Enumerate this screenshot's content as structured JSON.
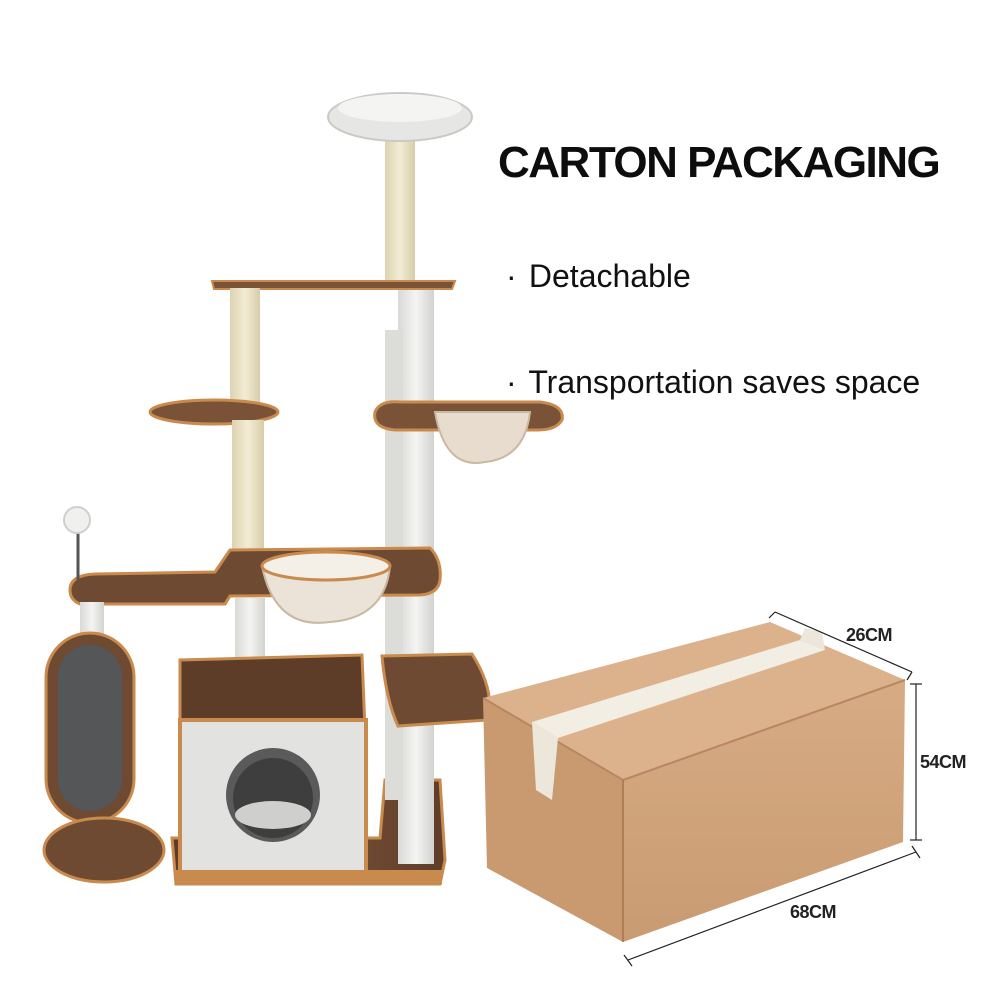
{
  "heading": {
    "title": "CARTON PACKAGING"
  },
  "features": [
    {
      "bullet": "·",
      "text": "Detachable"
    },
    {
      "bullet": "·",
      "text": "Transportation saves space"
    }
  ],
  "carton": {
    "depth_label": "26CM",
    "height_label": "54CM",
    "width_label": "68CM"
  },
  "colors": {
    "wood": "#6e4a33",
    "wood_edge": "#c98a4e",
    "sisal": "#ece3c6",
    "plush": "#e9e9e6",
    "carton_front": "#d2a47c",
    "carton_top": "#dbb28c",
    "carton_side": "#c39066",
    "tape": "#f2ede2"
  }
}
